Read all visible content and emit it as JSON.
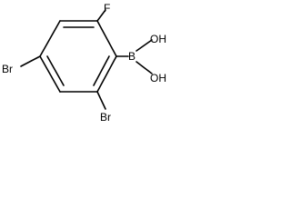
{
  "molecule": {
    "atoms": {
      "fluorine": "F",
      "bromine_left": "Br",
      "bromine_bottom": "Br",
      "boron": "B",
      "hydroxyl_top": "OH",
      "hydroxyl_bottom": "OH"
    }
  }
}
